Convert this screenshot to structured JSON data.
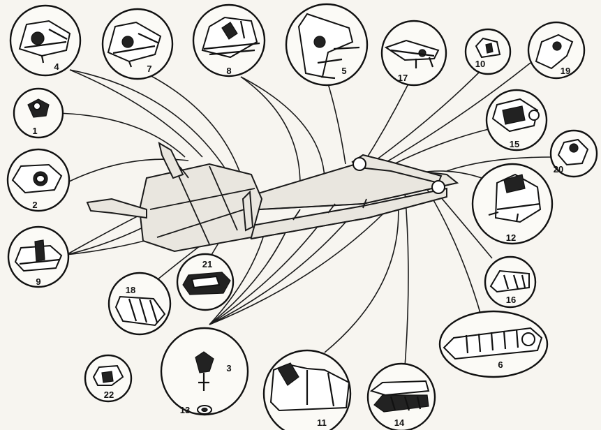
{
  "callouts": [
    {
      "id": "1",
      "label": "1"
    },
    {
      "id": "2",
      "label": "2"
    },
    {
      "id": "3",
      "label": "3"
    },
    {
      "id": "4",
      "label": "4"
    },
    {
      "id": "5",
      "label": "5"
    },
    {
      "id": "6",
      "label": "6"
    },
    {
      "id": "7",
      "label": "7"
    },
    {
      "id": "8",
      "label": "8"
    },
    {
      "id": "9",
      "label": "9"
    },
    {
      "id": "10",
      "label": "10"
    },
    {
      "id": "11",
      "label": "11"
    },
    {
      "id": "12",
      "label": "12"
    },
    {
      "id": "13",
      "label": "13"
    },
    {
      "id": "14",
      "label": "14"
    },
    {
      "id": "15",
      "label": "15"
    },
    {
      "id": "16",
      "label": "16"
    },
    {
      "id": "17",
      "label": "17"
    },
    {
      "id": "18",
      "label": "18"
    },
    {
      "id": "19",
      "label": "19"
    },
    {
      "id": "20",
      "label": "20"
    },
    {
      "id": "21",
      "label": "21"
    },
    {
      "id": "22",
      "label": "22"
    }
  ],
  "colors": {
    "ink": "#111111",
    "paper": "#f7f5f0",
    "frame_fill": "#e9e6df"
  }
}
